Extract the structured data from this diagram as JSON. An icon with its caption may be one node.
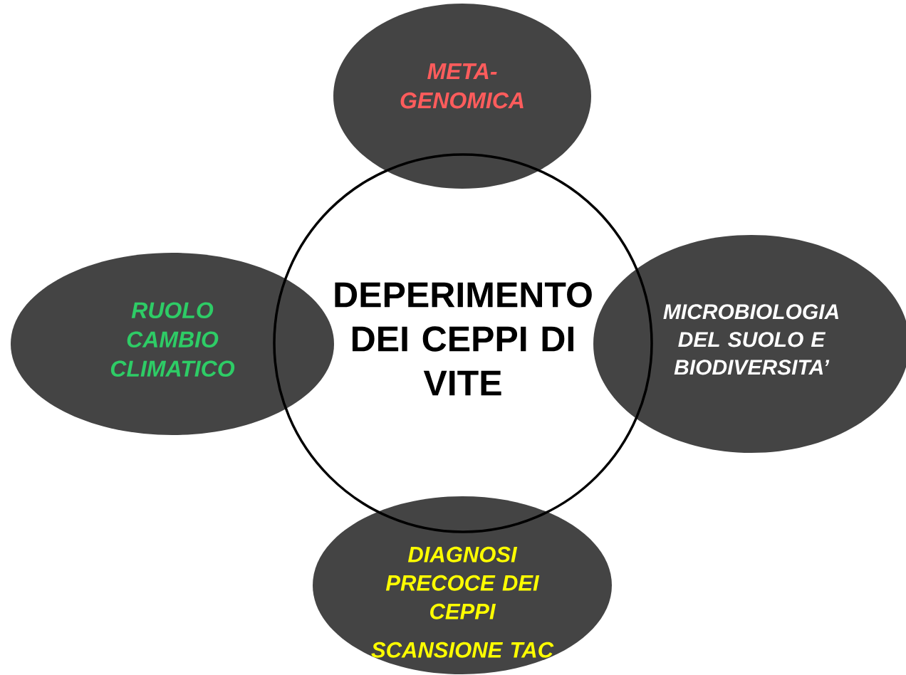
{
  "diagram": {
    "nodes": [
      {
        "text": [
          "META- GENOMICA"
        ]
      },
      {
        "text": [
          "RUOLO CAMBIO CLIMATICO"
        ]
      },
      {
        "text": [
          "DEPERIMENTO DEI CEPPI DI VITE"
        ]
      },
      {
        "text": [
          "MICROBIOLOGIA DEL SUOLO E BIODIVERSITA’"
        ]
      },
      {
        "text": [
          "DIAGNOSI PRECOCE DEI CEPPI",
          "SCANSIONE TAC"
        ]
      }
    ]
  }
}
